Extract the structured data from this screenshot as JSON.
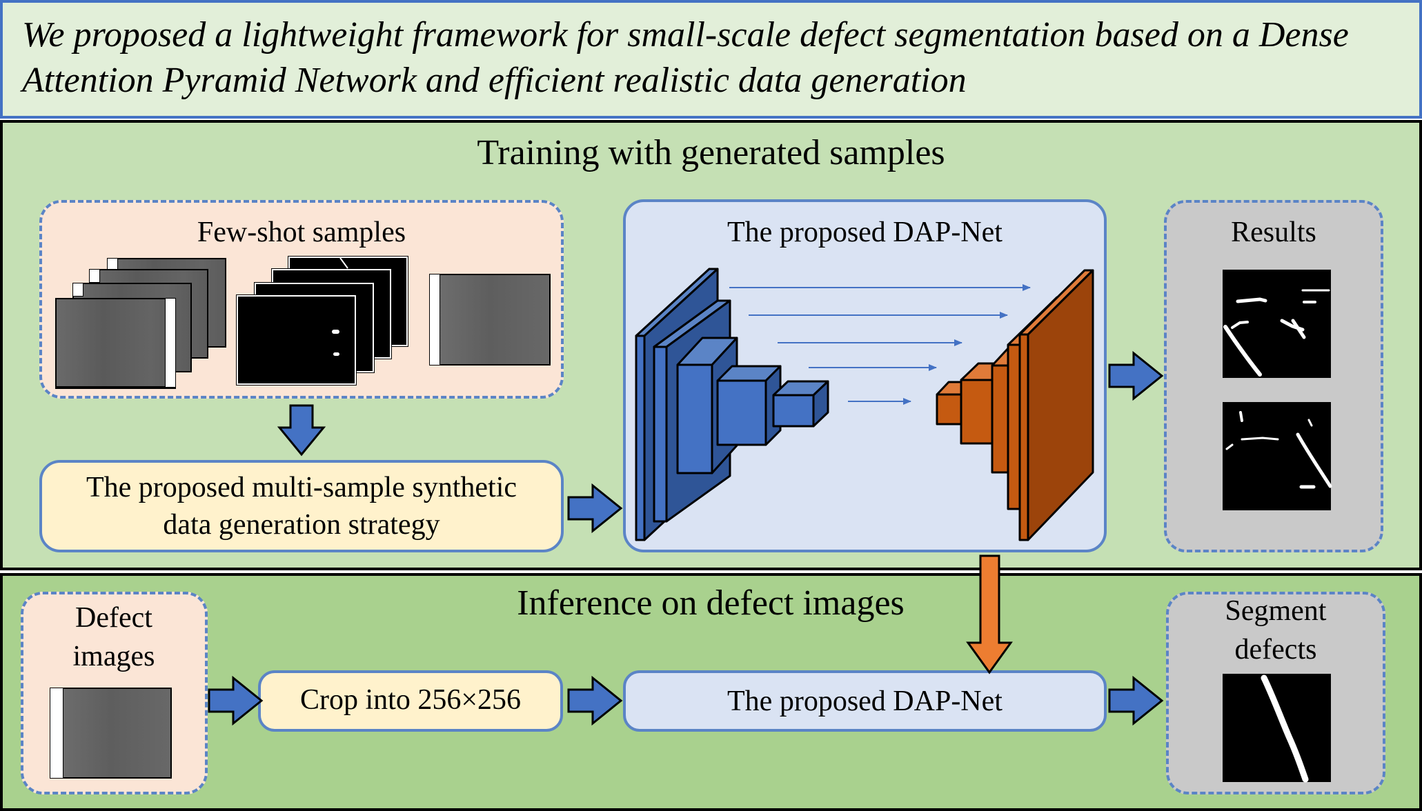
{
  "title": "We proposed a lightweight framework for small-scale defect segmentation based on a Dense Attention Pyramid Network and efficient realistic data generation",
  "training": {
    "heading": "Training with generated samples",
    "few_shot_label": "Few-shot samples",
    "strategy_label": "The proposed multi-sample synthetic data generation strategy",
    "dapnet_label": "The proposed DAP-Net",
    "results_label": "Results"
  },
  "inference": {
    "heading": "Inference on defect images",
    "defect_images_label": "Defect images",
    "crop_label": "Crop into 256×256",
    "dapnet_label": "The proposed DAP-Net",
    "segment_label": "Segment defects"
  },
  "colors": {
    "encoder_blue": "#4472c4",
    "decoder_orange": "#c55a11",
    "arrow_blue": "#4472c4",
    "arrow_orange": "#ed7d31",
    "dashed_border": "#5b84c6"
  }
}
